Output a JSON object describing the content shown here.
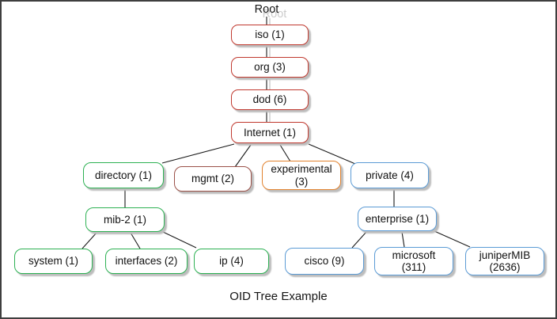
{
  "frame": {
    "caption": "OID Tree Example"
  },
  "tree": {
    "root_label": "Root",
    "colors": {
      "standard_red": "#c0392f",
      "mgmt_brown": "#9b5148",
      "mib_green": "#2db153",
      "experimental_orange": "#e2822e",
      "private_blue": "#5b9bd5",
      "shadow_gray": "#bdbdbd",
      "connector_black": "#1a1a1a"
    },
    "nodes": {
      "iso": {
        "label": "iso (1)",
        "color": "#c0392f"
      },
      "org": {
        "label": "org (3)",
        "color": "#c0392f"
      },
      "dod": {
        "label": "dod (6)",
        "color": "#c0392f"
      },
      "internet": {
        "label": "Internet (1)",
        "color": "#c0392f"
      },
      "directory": {
        "label": "directory (1)",
        "color": "#2db153"
      },
      "mgmt": {
        "label": "mgmt (2)",
        "color": "#9b5148"
      },
      "experimental": {
        "label": "experimental\n(3)",
        "color": "#e2822e"
      },
      "private": {
        "label": "private (4)",
        "color": "#5b9bd5"
      },
      "mib2": {
        "label": "mib-2 (1)",
        "color": "#2db153"
      },
      "enterprise": {
        "label": "enterprise (1)",
        "color": "#5b9bd5"
      },
      "system": {
        "label": "system (1)",
        "color": "#2db153"
      },
      "interfaces": {
        "label": "interfaces (2)",
        "color": "#2db153"
      },
      "ip": {
        "label": "ip (4)",
        "color": "#2db153"
      },
      "cisco": {
        "label": "cisco (9)",
        "color": "#5b9bd5"
      },
      "microsoft": {
        "label": "microsoft\n(311)",
        "color": "#5b9bd5"
      },
      "juniper": {
        "label": "juniperMIB\n(2636)",
        "color": "#5b9bd5"
      }
    },
    "edges": [
      {
        "from": "Root",
        "to": "iso"
      },
      {
        "from": "iso",
        "to": "org"
      },
      {
        "from": "org",
        "to": "dod"
      },
      {
        "from": "dod",
        "to": "internet"
      },
      {
        "from": "internet",
        "to": "directory"
      },
      {
        "from": "internet",
        "to": "mgmt"
      },
      {
        "from": "internet",
        "to": "experimental"
      },
      {
        "from": "internet",
        "to": "private"
      },
      {
        "from": "directory",
        "to": "mib2"
      },
      {
        "from": "mib2",
        "to": "system"
      },
      {
        "from": "mib2",
        "to": "interfaces"
      },
      {
        "from": "mib2",
        "to": "ip"
      },
      {
        "from": "private",
        "to": "enterprise"
      },
      {
        "from": "enterprise",
        "to": "cisco"
      },
      {
        "from": "enterprise",
        "to": "microsoft"
      },
      {
        "from": "enterprise",
        "to": "juniper"
      }
    ]
  }
}
